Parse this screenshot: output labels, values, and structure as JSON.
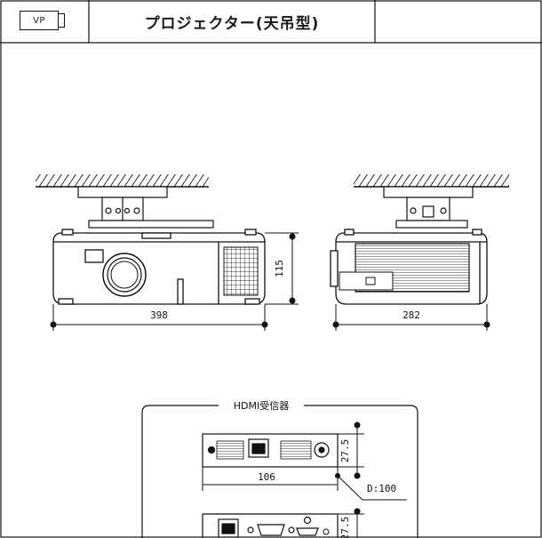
{
  "header": {
    "symbol": "VP",
    "title": "プロジェクター(天吊型)"
  },
  "projector": {
    "front_width": "398",
    "height": "115",
    "side_width": "282"
  },
  "receiver": {
    "label": "HDMI受信器",
    "height": "27.5",
    "width": "106",
    "depth": "D:100",
    "height_lower": "27.5"
  },
  "icons": [
    "hatch-ceiling-icon",
    "mount-bracket-icon",
    "projector-lens-icon",
    "vent-grille-icon",
    "rj45-port-icon",
    "dsub-port-icon",
    "hdmi-port-icon",
    "power-jack-icon"
  ]
}
